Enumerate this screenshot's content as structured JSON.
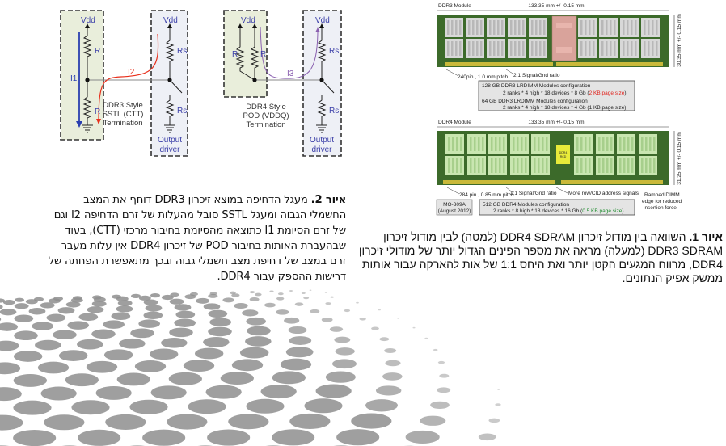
{
  "figure2": {
    "circuit": {
      "vdd": "Vdd",
      "r": "R",
      "rs": "Rs",
      "i1": "I1",
      "i2": "I2",
      "i3": "I3",
      "ddr3_label": [
        "DDR3 Style",
        "SSTL (CTT)",
        "Termination"
      ],
      "ddr4_label": [
        "DDR4 Style",
        "POD (VDDQ)",
        "Termination"
      ],
      "output_driver": [
        "Output",
        "driver"
      ]
    },
    "caption": {
      "prefix": "איור 2.",
      "lines": [
        "מעגל הדחיפה במוצא זיכרון DDR3 דוחף את המצב",
        "החשמלי הגבוה ומעגל SSTL סובל מהעלות של זרם הדחיפה I2 וגם",
        "של זרם הסיומת I1 כתוצאה מהסיומת בחיבור מרכזי (CTT), בעוד",
        "שבהעברת האותות בחיבור POD של זיכרון DDR4 אין עלות מעבר",
        "זרם במצב של דחיפת מצב חשמלי גבוה ובכך מתאפשרת הפחתה של",
        "דרישות ההספק עבור DDR4."
      ]
    }
  },
  "figure1": {
    "ddr3": {
      "title": "DDR3 Module",
      "width_dim": "133.35 mm +/- 0.15 mm",
      "height_dim": "30.35 mm +/- 0.15 mm",
      "pins_note": "240pin , 1.0 mm pitch",
      "ratio_note": "2:1 Signal/Gnd ratio",
      "config": {
        "line1": "128 GB DDR3 LRDIMM Modules configuration",
        "line2": "2 ranks * 4 high * 18 devices * 8 Gb (",
        "line2_highlight": "2 KB page size",
        "line2_end": ")",
        "line3": "64 GB DDR3 LRDIMM Modules configuration",
        "line4": "2 ranks * 4 high * 18 devices * 4 Gb (1 KB page size)"
      }
    },
    "ddr4": {
      "title": "DDR4 Module",
      "width_dim": "133.35 mm +/- 0.15 mm",
      "height_dim": "31.25 mm +/- 0.15 mm",
      "chip_label": [
        "DDR4",
        "RCD"
      ],
      "pins_note": "284 pin , 0.85 mm pitch",
      "ratio_note": "1:1 Signal/Gnd ratio",
      "address_note": "More row/CID address signals",
      "edge_note": [
        "Ramped DIMM",
        "edge for reduced",
        "insertion force"
      ],
      "standard": [
        "MO-309A",
        "(August 2012)"
      ],
      "config": {
        "line1": "512 GB DDR4 Modules configuration",
        "line2": "2 ranks * 8 high * 18 devices * 16 Gb (",
        "line2_highlight": "0.5 KB page size",
        "line2_end": ")"
      }
    },
    "caption": {
      "prefix": "איור 1.",
      "lines": [
        "השוואה בין מודול זיכרון DDR4 SDRAM (למטה) לבין מודול זיכרון",
        "DDR3 SDRAM (למעלה) מראה את מספר הפינים הגדול יותר של מודולי זיכרון",
        "DDR4, מרווח המגעים הקטן יותר ואת היחס 1:1 של אות להארקה עבור אותות",
        "ממשק אפיק הנתונים."
      ]
    }
  },
  "colors": {
    "board": "#3c6a2a",
    "ddr3_chip": "#d8d8d8",
    "ddr4_chip": "#c9e6b0",
    "ddr3_center": "#d9a39b",
    "ddr4_center": "#e8ea3a",
    "red_note": "#e0201a",
    "green_note": "#1a8a2a",
    "box_green": "#e9eedb",
    "box_blue": "#eef0f6",
    "i1": "#2a3fb0",
    "i2": "#e8301c",
    "i3": "#8a60b0"
  }
}
